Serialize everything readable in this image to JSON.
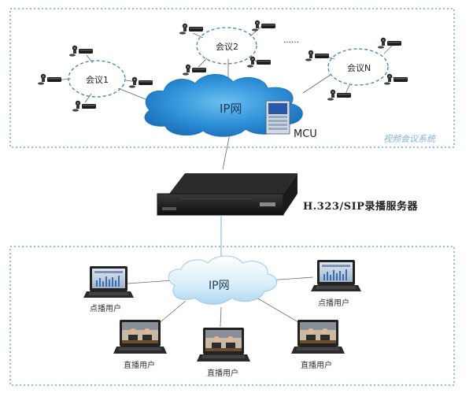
{
  "top_section": {
    "system_label": "视频会议系统",
    "cloud_label": "IP网",
    "mcu_label": "MCU",
    "meetings": [
      "会议1",
      "会议2",
      "会议N"
    ],
    "ellipsis": "……"
  },
  "middle": {
    "server_label": "H.323/SIP录播服务器"
  },
  "bottom_section": {
    "cloud_label": "IP网",
    "users": {
      "vod_left": "点播用户",
      "vod_right": "点播用户",
      "live_left": "直播用户",
      "live_center": "直播用户",
      "live_right": "直播用户"
    }
  },
  "colors": {
    "dashed_border": "#6aaed6",
    "cloud_top": "#2d90d8",
    "cloud_bottom": "#c9e6f6",
    "meeting_ring": "#3a7fc0"
  }
}
